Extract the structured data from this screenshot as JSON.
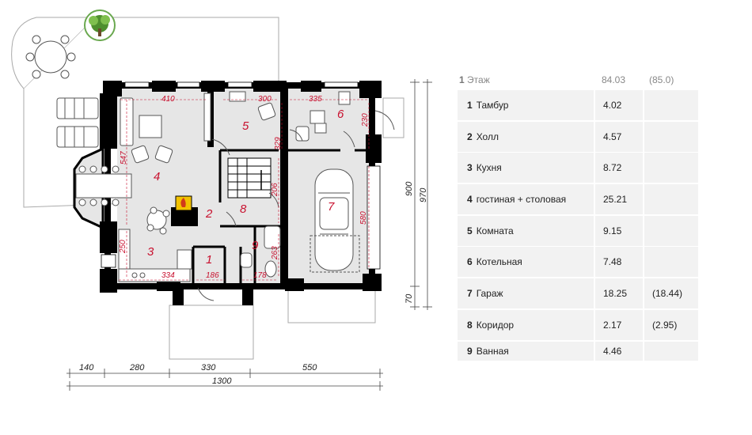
{
  "floor_table": {
    "header": {
      "floor_num": "1",
      "floor_label": "Этаж",
      "area": "84.03",
      "area_alt": "(85.0)"
    },
    "rooms": [
      {
        "num": "1",
        "name": "Тамбур",
        "area": "4.02",
        "alt": ""
      },
      {
        "num": "2",
        "name": "Холл",
        "area": "4.57",
        "alt": ""
      },
      {
        "num": "3",
        "name": "Кухня",
        "area": "8.72",
        "alt": ""
      },
      {
        "num": "4",
        "name": "гостиная + столовая",
        "area": "25.21",
        "alt": ""
      },
      {
        "num": "5",
        "name": "Комната",
        "area": "9.15",
        "alt": ""
      },
      {
        "num": "6",
        "name": "Котельная",
        "area": "7.48",
        "alt": ""
      },
      {
        "num": "7",
        "name": "Гараж",
        "area": "18.25",
        "alt": "(18.44)"
      },
      {
        "num": "8",
        "name": "Коридор",
        "area": "2.17",
        "alt": "(2.95)"
      },
      {
        "num": "9",
        "name": "Ванная",
        "area": "4.46",
        "alt": ""
      }
    ]
  },
  "plan": {
    "room_numbers": [
      "1",
      "2",
      "3",
      "4",
      "5",
      "6",
      "7",
      "8",
      "9"
    ],
    "inner_dims": [
      "410",
      "300",
      "335",
      "547",
      "329",
      "230",
      "206",
      "580",
      "250",
      "334",
      "186",
      "178",
      "263"
    ],
    "outer_dims": {
      "bottom": [
        "140",
        "280",
        "330",
        "550"
      ],
      "total_width": "1300",
      "right_900": "900",
      "right_970": "970",
      "right_70": "70"
    }
  }
}
